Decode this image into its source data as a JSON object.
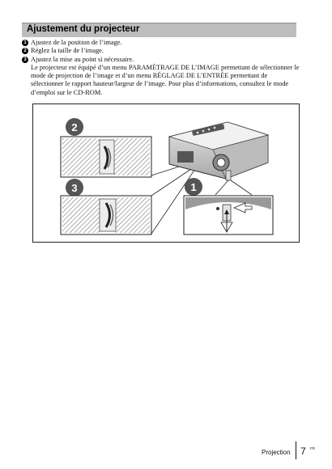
{
  "header": {
    "title": "Ajustement du projecteur"
  },
  "steps": [
    {
      "number": "1",
      "text": "Ajustez de la position de l’image."
    },
    {
      "number": "2",
      "text": "Réglez la taille de l’image."
    },
    {
      "number": "3",
      "text": "Ajustez la mise au point si nécessaire."
    }
  ],
  "note": "Le projecteur est équipé d’un menu PARAMÉTRAGE DE L’IMAGE permettant de sélectionner le mode de projection de l’image et d’un menu RÉGLAGE DE L’ENTRÉE permettant de sélectionner le rapport hauteur/largeur de l’image. Pour plus d’informations, consultez le mode d’emploi sur le CD-ROM.",
  "figure": {
    "callouts": [
      "2",
      "3",
      "1"
    ],
    "icons": [
      "zoom-lever-closeup",
      "focus-ring-closeup",
      "projector-illustration",
      "tilt-foot-closeup"
    ]
  },
  "footer": {
    "section": "Projection",
    "page": "7",
    "lang": "FR"
  }
}
